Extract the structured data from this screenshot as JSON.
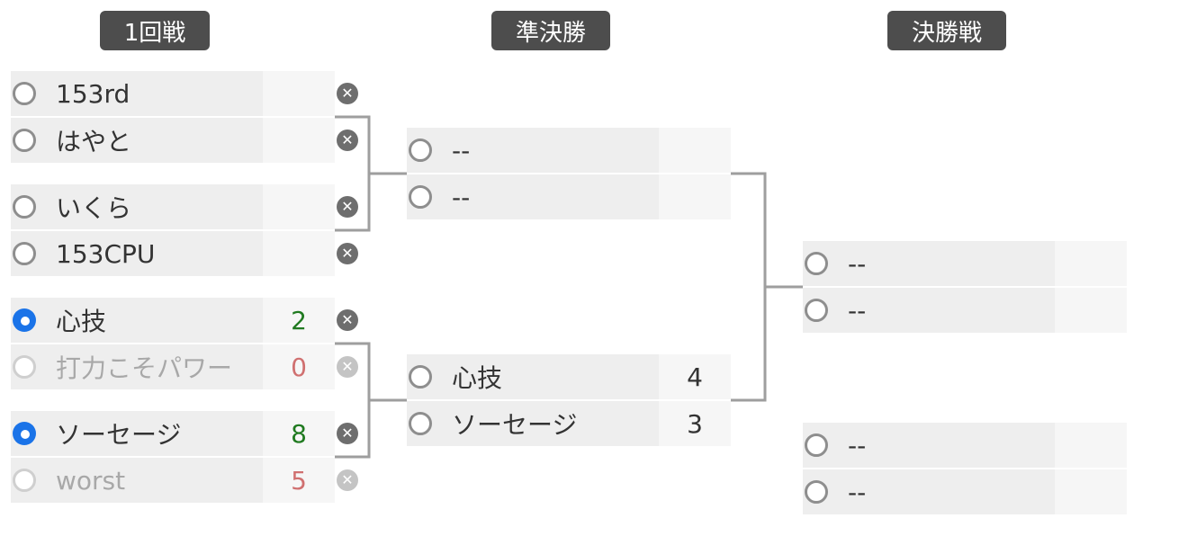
{
  "rounds": [
    {
      "title": "1回戦"
    },
    {
      "title": "準決勝"
    },
    {
      "title": "決勝戦"
    }
  ],
  "round1": {
    "entries": [
      {
        "name": "153rd",
        "score": "",
        "state": "none"
      },
      {
        "name": "はやと",
        "score": "",
        "state": "none"
      },
      {
        "name": "いくら",
        "score": "",
        "state": "none"
      },
      {
        "name": "153CPU",
        "score": "",
        "state": "none"
      },
      {
        "name": "心技",
        "score": "2",
        "state": "win"
      },
      {
        "name": "打力こそパワー",
        "score": "0",
        "state": "lose"
      },
      {
        "name": "ソーセージ",
        "score": "8",
        "state": "win"
      },
      {
        "name": "worst",
        "score": "5",
        "state": "lose"
      }
    ]
  },
  "semifinal": {
    "entries": [
      {
        "name": "--",
        "score": ""
      },
      {
        "name": "--",
        "score": ""
      },
      {
        "name": "心技",
        "score": "4"
      },
      {
        "name": "ソーセージ",
        "score": "3"
      }
    ]
  },
  "final": {
    "entries": [
      {
        "name": "--",
        "score": ""
      },
      {
        "name": "--",
        "score": ""
      },
      {
        "name": "--",
        "score": ""
      },
      {
        "name": "--",
        "score": ""
      }
    ]
  },
  "delete_button": {
    "glyph": "✕"
  },
  "colors": {
    "title_bg": "#4d4d4d",
    "selected_radio": "#1a73e8",
    "win_score": "#207a20",
    "lose_score": "#d07070",
    "bracket_line": "#9e9e9e"
  }
}
